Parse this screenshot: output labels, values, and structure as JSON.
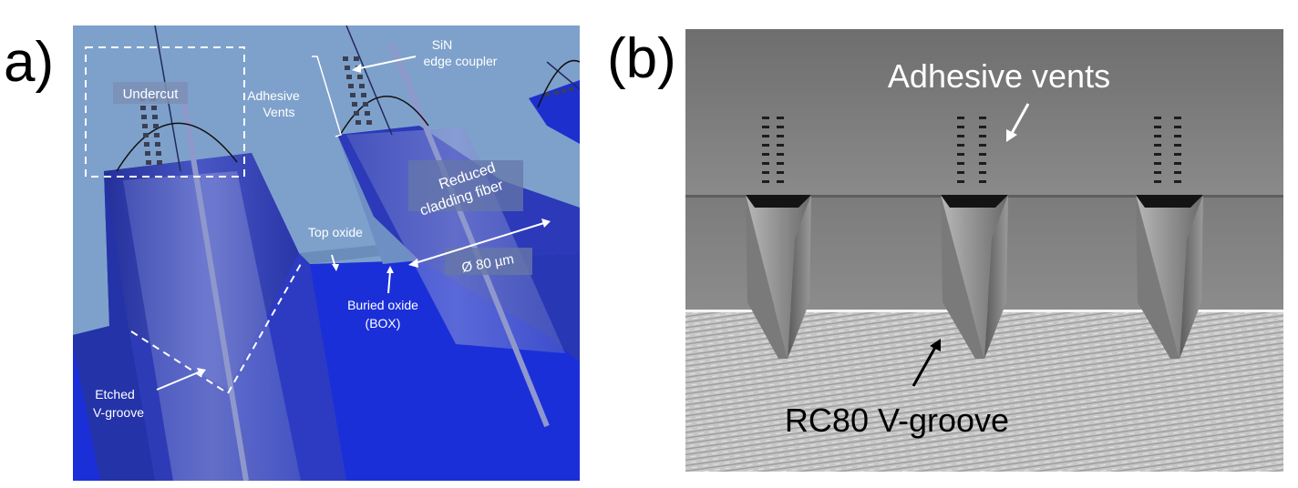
{
  "panels": {
    "a": {
      "label": "a)",
      "annotations": {
        "undercut": "Undercut",
        "sin_line1": "SiN",
        "sin_line2": "edge coupler",
        "adhesive_line1": "Adhesive",
        "adhesive_line2": "Vents",
        "reduced_line1": "Reduced",
        "reduced_line2": "cladding fiber",
        "top_oxide": "Top oxide",
        "diameter": "Ø 80 µm",
        "box_line1": "Buried oxide",
        "box_line2": "(BOX)",
        "etched_line1": "Etched",
        "etched_line2": "V-groove"
      }
    },
    "b": {
      "label": "(b)",
      "annotations": {
        "adhesive_vents": "Adhesive vents",
        "rc80": "RC80 V-groove"
      }
    }
  },
  "colors": {
    "top_oxide": "#7d9fc9",
    "box_blue": "#1a2ed6",
    "groove_blue": "#3142b8",
    "sem_gray": "#8a8a8a"
  }
}
